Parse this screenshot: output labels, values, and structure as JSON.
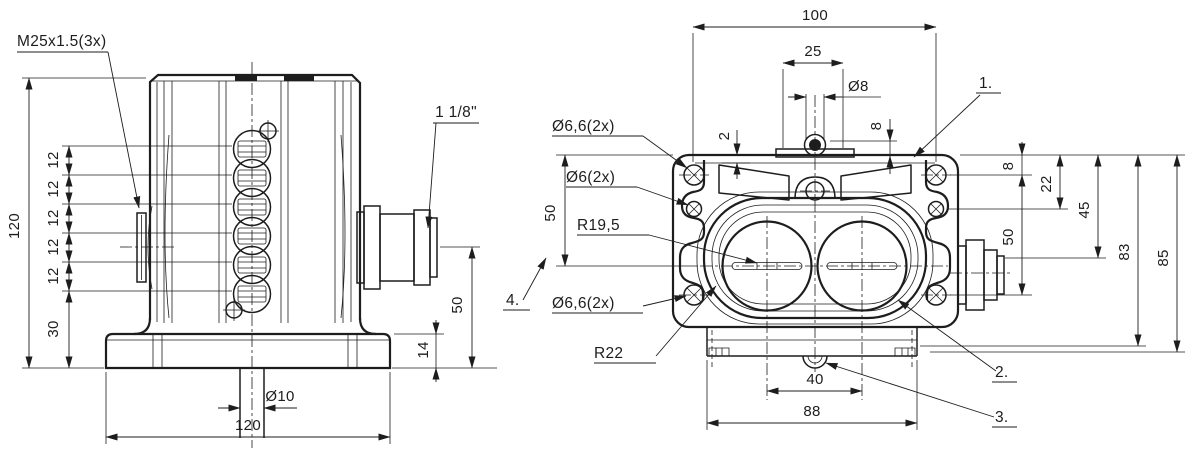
{
  "colors": {
    "ink": "#1d1d1d",
    "background": "#ffffff"
  },
  "left_view": {
    "thread_label": "M25x1.5(3x)",
    "height_total": "120",
    "pitch_dims": [
      "12",
      "12",
      "12",
      "12",
      "12"
    ],
    "bottom_offset": "30",
    "shaft_dia": "Ø10",
    "base_width": "120",
    "pipe_label": "1 1/8\"",
    "axis_height": "50",
    "foot_height": "14"
  },
  "top_view": {
    "hole_pitch_x": "100",
    "stud_pitch": "25",
    "stud_dia": "Ø8",
    "cover_step": "2",
    "stud_height": "8",
    "corner_hole_top": "Ø6,6(2x)",
    "side_hole": "Ø6(2x)",
    "bore_radius": "R19,5",
    "corner_hole_bottom": "Ø6,6(2x)",
    "cover_radius": "R22",
    "height_left": "50",
    "note1": "1.",
    "note2": "2.",
    "note3": "3.",
    "note4": "4.",
    "edge_to_hole": "8",
    "edge_to_side_hole": "22",
    "edge_to_axis": "45",
    "hole_pitch_y": "50",
    "edge_to_base": "83",
    "edge_to_bottom": "85",
    "slot_pitch": "40",
    "body_width": "88"
  }
}
